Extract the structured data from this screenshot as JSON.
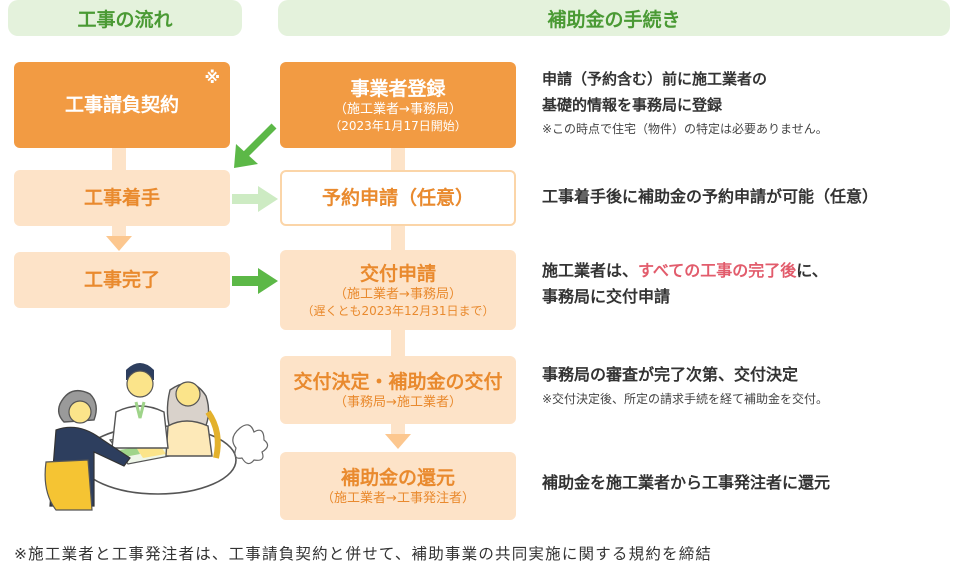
{
  "headers": {
    "flow": "工事の流れ",
    "procedure": "補助金の手続き"
  },
  "flow": {
    "contract": {
      "label": "工事請負契約",
      "mark": "※"
    },
    "start": {
      "label": "工事着手"
    },
    "complete": {
      "label": "工事完了"
    }
  },
  "procedure": {
    "register": {
      "title": "事業者登録",
      "sub": "（施工業者→事務局）",
      "date": "（2023年1月17日開始）"
    },
    "reserve": {
      "title": "予約申請（任意）"
    },
    "grant_apply": {
      "title": "交付申請",
      "sub": "（施工業者→事務局）",
      "date": "（遅くとも2023年12月31日まで）"
    },
    "decision": {
      "title": "交付決定・補助金の交付",
      "sub": "（事務局→施工業者）"
    },
    "refund": {
      "title": "補助金の還元",
      "sub": "（施工業者→工事発注者）"
    }
  },
  "descriptions": {
    "register_line1": "申請（予約含む）前に施工業者の",
    "register_line2": "基礎的情報を事務局に登録",
    "register_note": "※この時点で住宅（物件）の特定は必要ありません。",
    "reserve": "工事着手後に補助金の予約申請が可能（任意）",
    "grant_pre": "施工業者は、",
    "grant_red": "すべての工事の完了後",
    "grant_post": "に、",
    "grant_line2": "事務局に交付申請",
    "decision": "事務局の審査が完了次第、交付決定",
    "decision_note": "※交付決定後、所定の請求手続を経て補助金を交付。",
    "refund": "補助金を施工業者から工事発注者に還元"
  },
  "footer": "※施工業者と工事発注者は、工事請負契約と併せて、補助事業の共同実施に関する規約を締結",
  "colors": {
    "orange": "#f29b43",
    "light_orange": "#fde3c8",
    "green": "#5cb847",
    "light_green": "#cdebc3",
    "red": "#e25c6c"
  },
  "illustration": "people-meeting-at-table"
}
